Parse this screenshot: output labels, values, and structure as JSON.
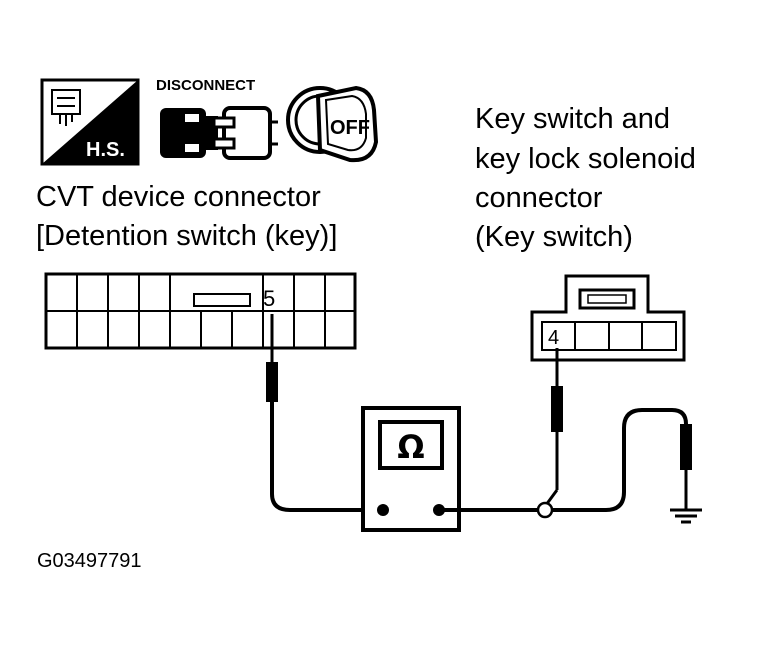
{
  "icons": {
    "hs_label": "H.S.",
    "disconnect_label": "DISCONNECT",
    "off_label": "OFF"
  },
  "left_connector": {
    "caption_line1": "CVT device connector",
    "caption_line2": "[Detention switch (key)]",
    "pin_label": "5"
  },
  "right_connector": {
    "caption_line1": "Key switch and",
    "caption_line2": "key lock solenoid",
    "caption_line3": "connector",
    "caption_line4": "(Key switch)",
    "pin_label": "4"
  },
  "meter": {
    "symbol": "Ω"
  },
  "figure_code": "G03497791"
}
